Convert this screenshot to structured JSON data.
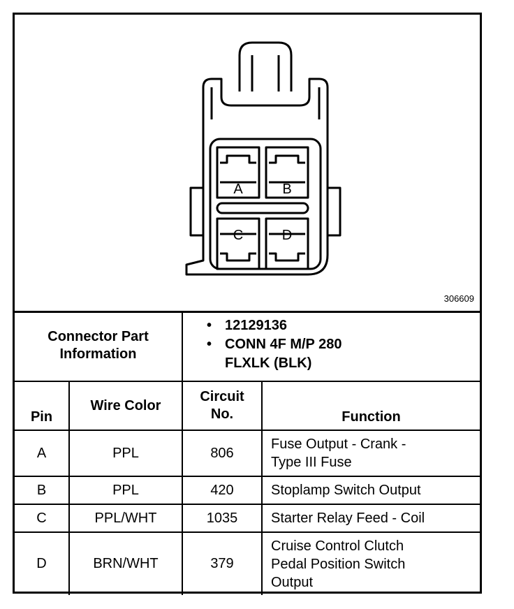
{
  "diagram": {
    "figure_number": "306609",
    "pin_labels": [
      "A",
      "B",
      "C",
      "D"
    ]
  },
  "part_info": {
    "label_lines": [
      "Connector Part",
      "Information"
    ],
    "part_number": "12129136",
    "description_lines": [
      "CONN 4F M/P 280",
      "FLXLK (BLK)"
    ]
  },
  "headers": {
    "pin": "Pin",
    "wire_color": "Wire Color",
    "circuit_lines": [
      "Circuit",
      "No."
    ],
    "function": "Function"
  },
  "rows": [
    {
      "pin": "A",
      "wire_color": "PPL",
      "circuit": "806",
      "function_lines": [
        "Fuse Output - Crank -",
        "Type III Fuse"
      ]
    },
    {
      "pin": "B",
      "wire_color": "PPL",
      "circuit": "420",
      "function_lines": [
        "Stoplamp Switch Output"
      ]
    },
    {
      "pin": "C",
      "wire_color": "PPL/WHT",
      "circuit": "1035",
      "function_lines": [
        "Starter Relay Feed - Coil"
      ]
    },
    {
      "pin": "D",
      "wire_color": "BRN/WHT",
      "circuit": "379",
      "function_lines": [
        "Cruise Control Clutch",
        "Pedal Position Switch",
        "Output"
      ]
    }
  ]
}
